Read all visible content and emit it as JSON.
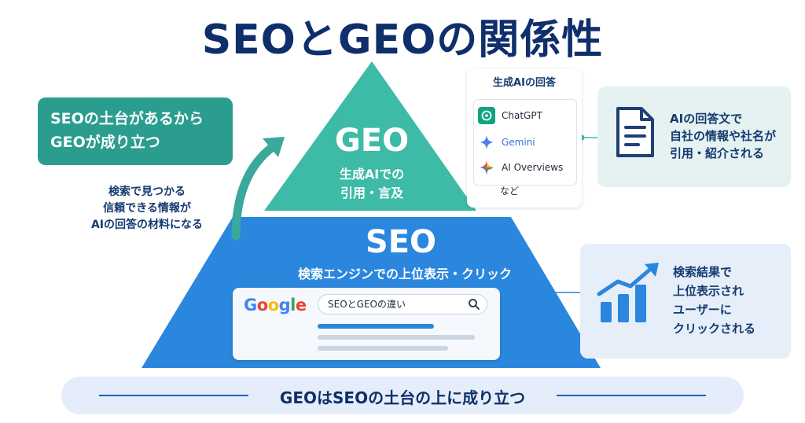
{
  "title": "SEOとGEOの関係性",
  "callout_left": {
    "line1": "SEOの土台があるから",
    "line2": "GEOが成り立つ"
  },
  "middle_note": {
    "line1": "検索で見つかる",
    "line2": "信頼できる情報が",
    "line3": "AIの回答の材料になる"
  },
  "geo": {
    "label": "GEO",
    "sub1": "生成AIでの",
    "sub2": "引用・言及"
  },
  "seo": {
    "label": "SEO",
    "sub": "検索エンジンでの上位表示・クリック"
  },
  "search": {
    "logo": "Google",
    "query": "SEOとGEOの違い",
    "icon": "search-icon"
  },
  "ai_answers": {
    "title": "生成AIの回答",
    "items": [
      {
        "name": "ChatGPT",
        "icon": "chatgpt-icon"
      },
      {
        "name": "Gemini",
        "icon": "gemini-icon"
      },
      {
        "name": "AI Overviews",
        "icon": "ai-overviews-icon"
      }
    ],
    "etc": "など"
  },
  "right_top": {
    "line1": "AIの回答文で",
    "line2": "自社の情報や社名が",
    "line3": "引用・紹介される",
    "icon": "document-icon"
  },
  "right_bottom": {
    "line1": "検索結果で",
    "line2": "上位表示され",
    "line3": "ユーザーに",
    "line4": "クリックされる",
    "icon": "growth-chart-icon"
  },
  "footer": "GEOはSEOの土台の上に成り立つ",
  "colors": {
    "navy": "#0f2f6b",
    "teal": "#3dbba6",
    "blue": "#2b86dd",
    "callout": "#2a9d8f"
  }
}
